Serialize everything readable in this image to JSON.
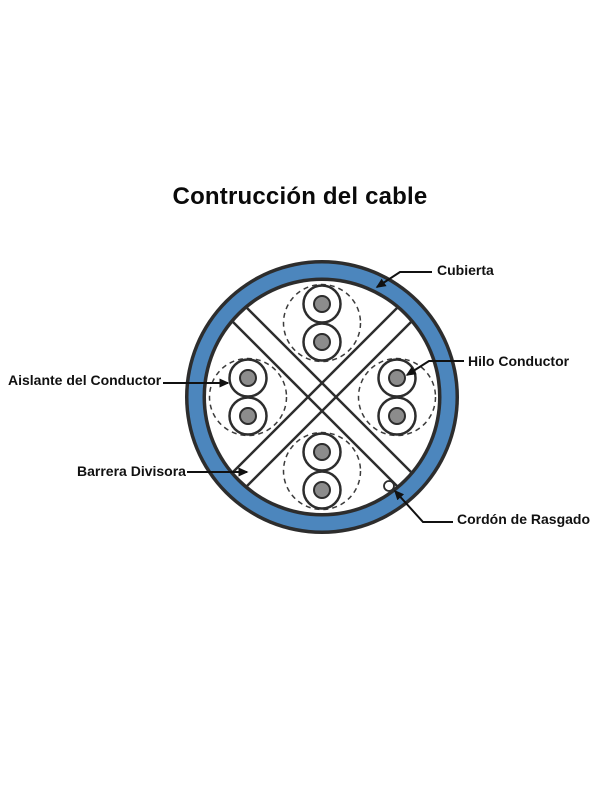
{
  "title": "Contrucción del cable",
  "diagram": {
    "labels": {
      "cubierta": "Cubierta",
      "hilo_conductor": "Hilo Conductor",
      "aislante_del_conductor": "Aislante del Conductor",
      "barrera_divisora": "Barrera Divisora",
      "cordon_de_rasgado": "Cordón de Rasgado"
    },
    "parts": {
      "jacket": "Cubierta (outer blue jacket ring)",
      "conductor_core": "Hilo Conductor (gray wire core)",
      "conductor_insulation": "Aislante del Conductor (white ring around core)",
      "divider": "Barrera Divisora (X-shaped cross divider)",
      "ripcord": "Cordón de Rasgado (small circle inside jacket, lower right)"
    },
    "structure": {
      "wire_pairs": 4,
      "wires_per_pair": 2,
      "pair_positions": [
        "top",
        "right",
        "bottom",
        "left"
      ]
    },
    "colors": {
      "jacket_blue": "#4C86BD",
      "outline": "#2D2D2D",
      "conductor_gray": "#8C8C8C",
      "background": "#FFFFFF",
      "label_color": "#111111"
    }
  }
}
